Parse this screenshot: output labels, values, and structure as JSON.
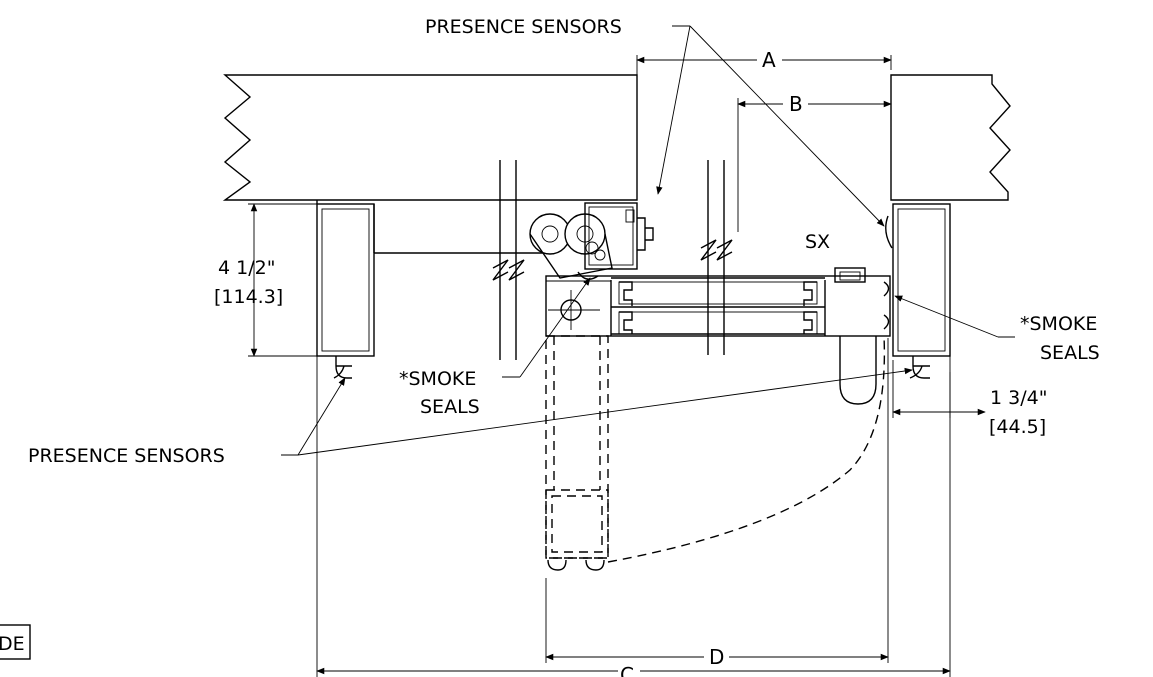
{
  "labels": {
    "presence_sensors_top": "PRESENCE SENSORS",
    "presence_sensors_bottom": "PRESENCE SENSORS",
    "smoke_seals_left_1": "*SMOKE",
    "smoke_seals_left_2": "SEALS",
    "smoke_seals_right_1": "*SMOKE",
    "smoke_seals_right_2": "SEALS",
    "sx": "SX",
    "dim_a": "A",
    "dim_b": "B",
    "dim_c": "C",
    "dim_d": "D",
    "dim_height_in": "4 1/2\"",
    "dim_height_mm": "[114.3]",
    "dim_depth_in": "1 3/4\"",
    "dim_depth_mm": "[44.5]",
    "side_label": "DE"
  }
}
